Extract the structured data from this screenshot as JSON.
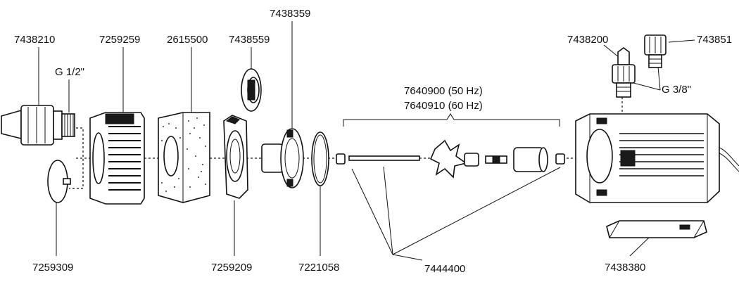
{
  "parts": {
    "inlet_fitting": "7438210",
    "thread_half": "G 1/2\"",
    "prefilter_housing": "7259259",
    "filter_sponge": "2615500",
    "impeller_cover": "7438559",
    "pump_cover": "7438359",
    "suction_cup": "7259309",
    "intake_plate": "7259209",
    "o_ring": "7221058",
    "impeller_50": "7640900 (50 Hz)",
    "impeller_60": "7640910 (60 Hz)",
    "shaft_set": "7444400",
    "outlet_fitting": "7438200",
    "outlet_cap": "743851",
    "thread_three_eighths": "G 3/8\"",
    "mounting_bracket": "7438380"
  }
}
